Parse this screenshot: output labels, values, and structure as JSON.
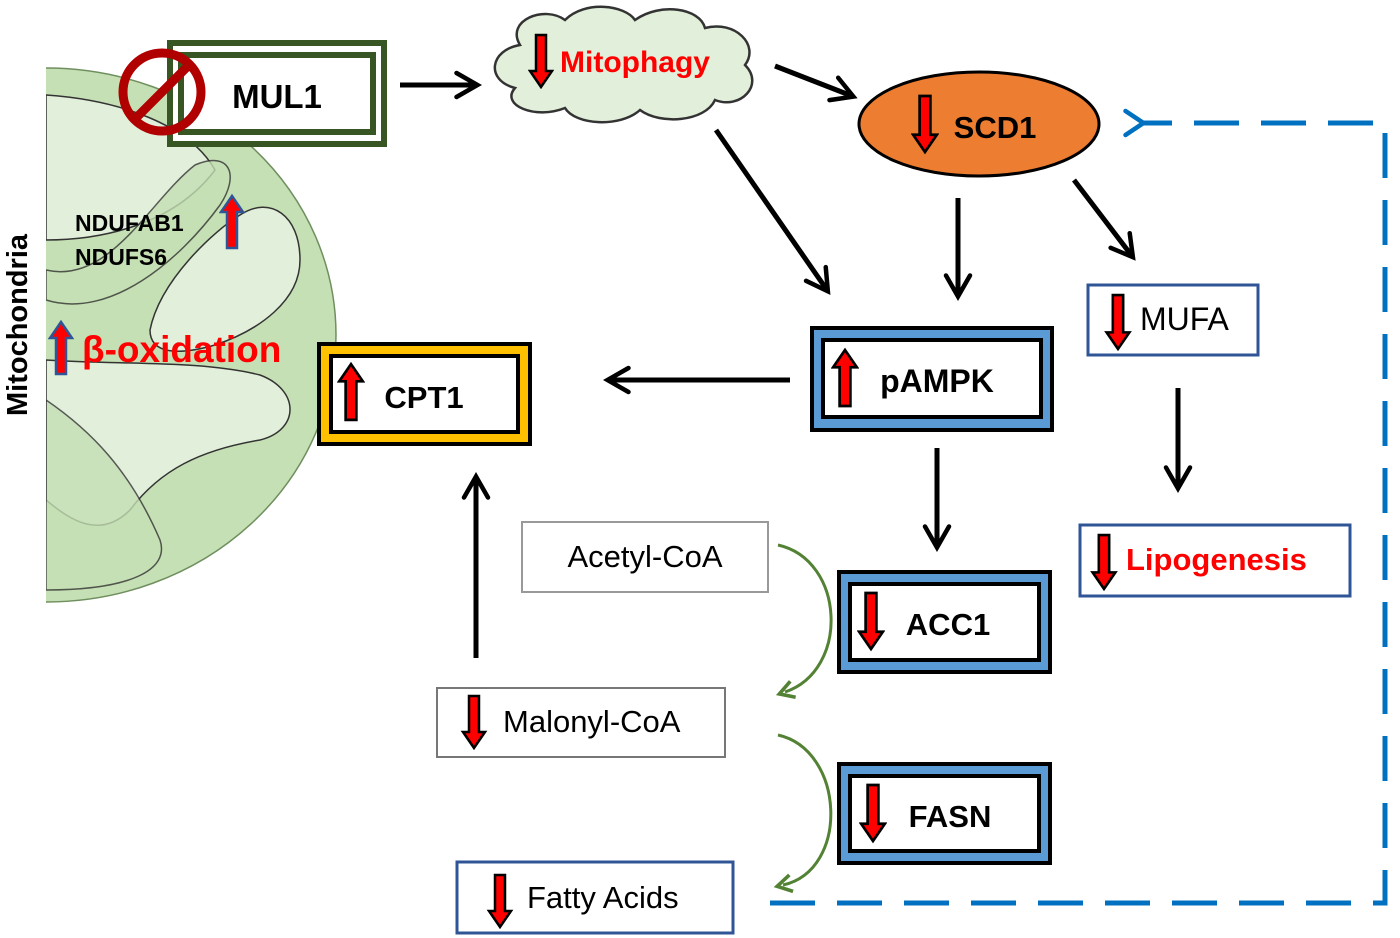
{
  "colors": {
    "mitochondria_fill": "#c5e0b4",
    "mitochondria_inner": "#e2efda",
    "mul1_border": "#375623",
    "inhibit_sign": "#b00000",
    "scd1_fill": "#ed7d31",
    "ampk_frame": "#5b9bd5",
    "cpt1_frame": "#ffc000",
    "box_border_blue": "#2f5597",
    "feedback_dashed": "#0070c0",
    "conversion_arrow": "#548235",
    "up_down_arrow": "#ff0000",
    "highlight_text": "#ff0000"
  },
  "mitochondria": {
    "label": "Mitochondria",
    "complex_genes": [
      "NDUFAB1",
      "NDUFS6"
    ],
    "complex_change": "up",
    "beta_oxidation": {
      "label": "β-oxidation",
      "change": "up"
    }
  },
  "nodes": {
    "mul1": {
      "label": "MUL1",
      "status": "inhibited"
    },
    "mitophagy": {
      "label": "Mitophagy",
      "change": "down"
    },
    "scd1": {
      "label": "SCD1",
      "change": "down"
    },
    "mufa": {
      "label": "MUFA",
      "change": "down"
    },
    "lipogenesis": {
      "label": "Lipogenesis",
      "change": "down"
    },
    "pampk": {
      "label": "pAMPK",
      "change": "up"
    },
    "cpt1": {
      "label": "CPT1",
      "change": "up"
    },
    "acc1": {
      "label": "ACC1",
      "change": "down"
    },
    "fasn": {
      "label": "FASN",
      "change": "down"
    },
    "acetyl_coa": {
      "label": "Acetyl-CoA"
    },
    "malonyl_coa": {
      "label": "Malonyl-CoA",
      "change": "down"
    },
    "fatty_acids": {
      "label": "Fatty Acids",
      "change": "down"
    }
  },
  "edges": [
    {
      "from": "MUL1",
      "to": "Mitophagy"
    },
    {
      "from": "Mitophagy",
      "to": "SCD1"
    },
    {
      "from": "Mitophagy",
      "to": "pAMPK"
    },
    {
      "from": "SCD1",
      "to": "pAMPK"
    },
    {
      "from": "SCD1",
      "to": "MUFA"
    },
    {
      "from": "MUFA",
      "to": "Lipogenesis"
    },
    {
      "from": "pAMPK",
      "to": "CPT1"
    },
    {
      "from": "pAMPK",
      "to": "ACC1"
    },
    {
      "from": "Malonyl-CoA",
      "to": "CPT1"
    },
    {
      "from": "Acetyl-CoA",
      "to": "Malonyl-CoA",
      "via": "ACC1"
    },
    {
      "from": "Malonyl-CoA",
      "to": "Fatty Acids",
      "via": "FASN"
    },
    {
      "from": "Fatty Acids",
      "to": "SCD1",
      "style": "dashed feedback"
    }
  ]
}
